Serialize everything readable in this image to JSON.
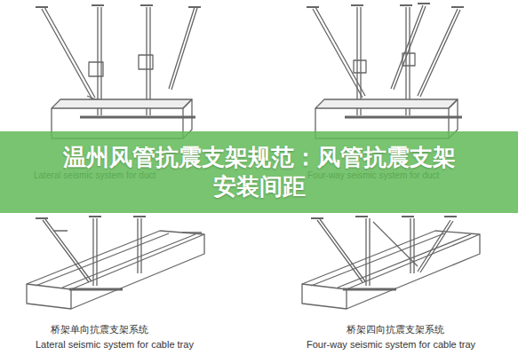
{
  "diagram": {
    "nodes": [
      {
        "text": [
          "温州风管抗震支架规范：风管抗震支架安装间距"
        ]
      }
    ],
    "labels": [
      "Lateral seismic system for duct",
      "Four-way seismic system for duct",
      "桥架单向抗震支架系统",
      "Lateral seismic system for cable tray",
      "桥架四向抗震支架系统",
      "Four-way seismic system for cable tray"
    ]
  }
}
